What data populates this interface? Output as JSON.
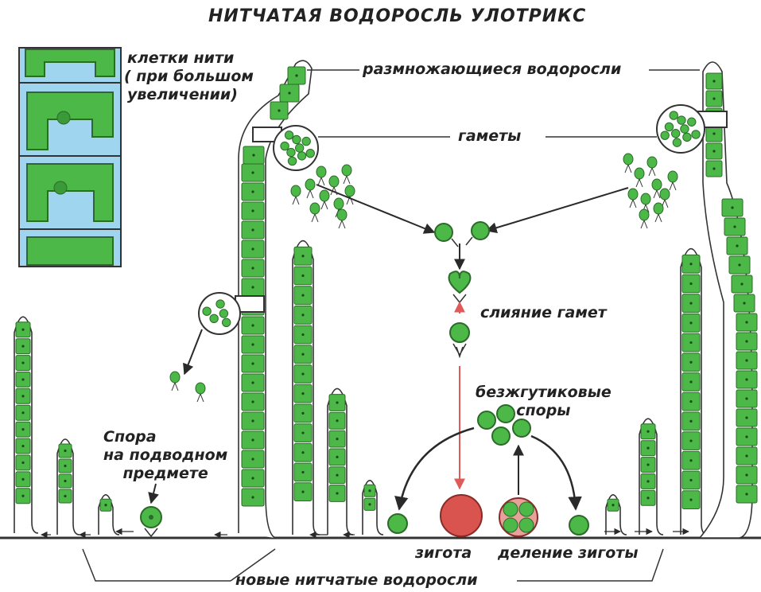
{
  "title": "НИТЧАТАЯ ВОДОРОСЛЬ УЛОТРИКС",
  "labels": {
    "cells_line1": "клетки нити",
    "cells_line2": "( при большом",
    "cells_line3": "увеличении)",
    "reproducing": "размножающиеся водоросли",
    "gametes": "гаметы",
    "fusion": "слияние гамет",
    "aflagellate_line1": "безжгутиковые",
    "aflagellate_line2": "споры",
    "spore_line1": "Спора",
    "spore_line2": "на подводном",
    "spore_line3": "предмете",
    "zygote": "зигота",
    "zygote_division": "деление зиготы",
    "new_filaments": "новые нитчатые водоросли"
  },
  "colors": {
    "cell_green": "#4cb848",
    "cell_dark": "#2c6a2a",
    "water_blue": "#9fd5ef",
    "zygote_red": "#d9534f",
    "arrow_red": "#e05a5a",
    "ink": "#2a2a2a",
    "ground": "#333333"
  }
}
